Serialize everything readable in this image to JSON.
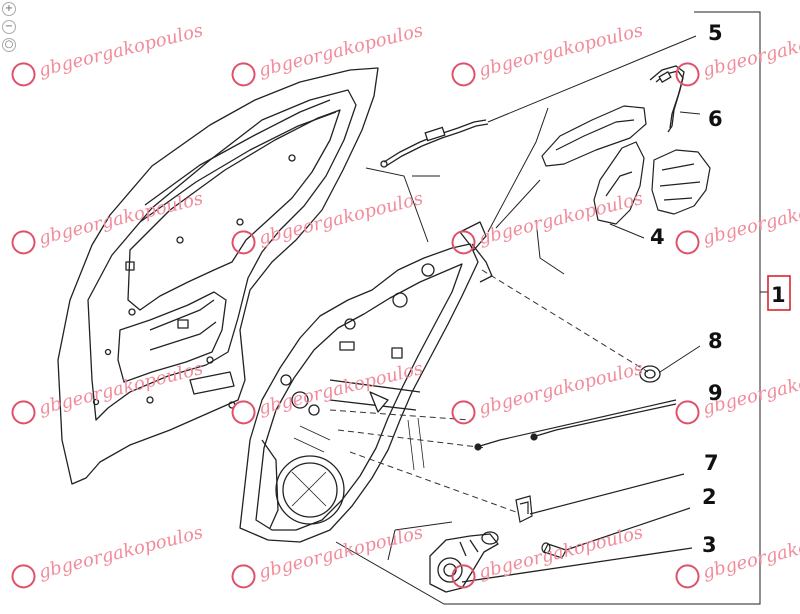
{
  "zoom_controls": [
    {
      "name": "zoom-in-icon",
      "glyph": "+"
    },
    {
      "name": "zoom-out-icon",
      "glyph": "−"
    },
    {
      "name": "zoom-reset-icon",
      "glyph": "○"
    }
  ],
  "watermark": {
    "text": "gbgeorgakopoulos",
    "color": "#e0506a"
  },
  "callouts": [
    {
      "id": "5",
      "label": "5"
    },
    {
      "id": "6",
      "label": "6"
    },
    {
      "id": "4",
      "label": "4"
    },
    {
      "id": "1",
      "label": "1",
      "boxed": true,
      "box_color": "#d9262e"
    },
    {
      "id": "8",
      "label": "8"
    },
    {
      "id": "9",
      "label": "9"
    },
    {
      "id": "7",
      "label": "7"
    },
    {
      "id": "2",
      "label": "2"
    },
    {
      "id": "3",
      "label": "3"
    }
  ]
}
